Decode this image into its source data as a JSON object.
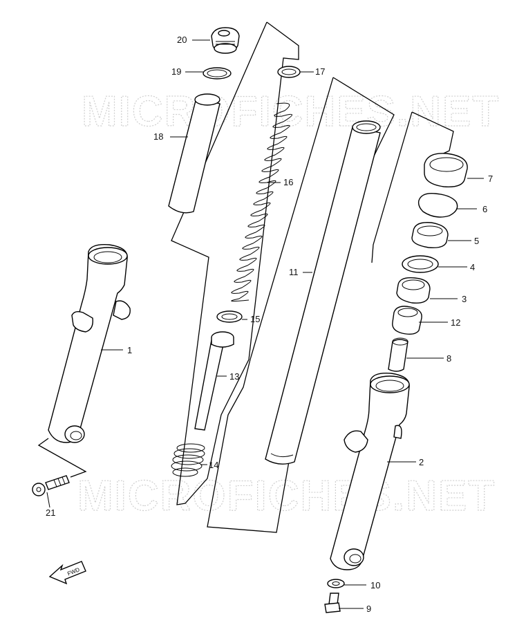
{
  "watermark": {
    "top": "MICROFICHES.NET",
    "bottom": "MICROFICHES.NET"
  },
  "fwd_label": "FWD",
  "callouts": [
    {
      "id": "1",
      "label": "1"
    },
    {
      "id": "2",
      "label": "2"
    },
    {
      "id": "3",
      "label": "3"
    },
    {
      "id": "4",
      "label": "4"
    },
    {
      "id": "5",
      "label": "5"
    },
    {
      "id": "6",
      "label": "6"
    },
    {
      "id": "7",
      "label": "7"
    },
    {
      "id": "8",
      "label": "8"
    },
    {
      "id": "9",
      "label": "9"
    },
    {
      "id": "10",
      "label": "10"
    },
    {
      "id": "11",
      "label": "11"
    },
    {
      "id": "12",
      "label": "12"
    },
    {
      "id": "13",
      "label": "13"
    },
    {
      "id": "14",
      "label": "14"
    },
    {
      "id": "15",
      "label": "15"
    },
    {
      "id": "16",
      "label": "16"
    },
    {
      "id": "17",
      "label": "17"
    },
    {
      "id": "18",
      "label": "18"
    },
    {
      "id": "19",
      "label": "19"
    },
    {
      "id": "20",
      "label": "20"
    },
    {
      "id": "21",
      "label": "21"
    }
  ]
}
